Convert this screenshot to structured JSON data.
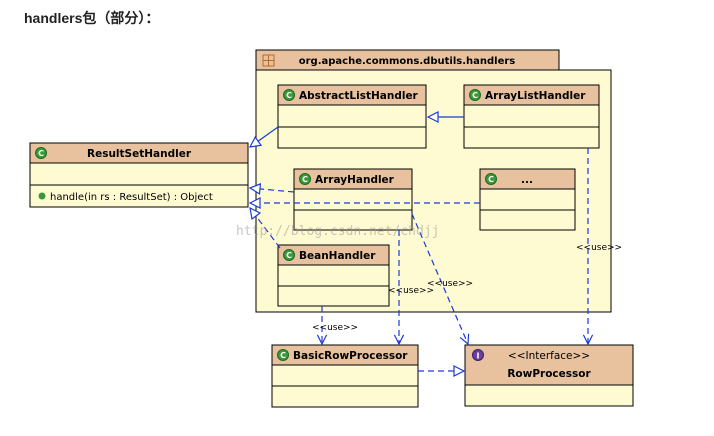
{
  "heading": "handlers包（部分）：",
  "package": {
    "name": "org.apache.commons.dbutils.handlers"
  },
  "classes": {
    "result_set_handler": {
      "name": "ResultSetHandler",
      "method": "handle(in rs : ResultSet) : Object"
    },
    "abstract_list_handler": {
      "name": "AbstractListHandler"
    },
    "array_list_handler": {
      "name": "ArrayListHandler"
    },
    "array_handler": {
      "name": "ArrayHandler"
    },
    "ellipsis_class": {
      "name": "..."
    },
    "bean_handler": {
      "name": "BeanHandler"
    },
    "basic_row_processor": {
      "name": "BasicRowProcessor"
    },
    "row_processor": {
      "stereotype": "<<Interface>>",
      "name": "RowProcessor"
    }
  },
  "edge_labels": {
    "use_array_list": "<<use>>",
    "use_array_handler": "<<use>>",
    "use_ellipsis": "<<use>>",
    "use_bean": "<<use>>"
  },
  "watermark": "http://blog.csdn.net/chdjj",
  "colors": {
    "class_header": "#e8c29e",
    "package_fill": "#fefbd2",
    "box_fill": "#fefbd2",
    "arrow": "#1a3bd6",
    "class_icon": "#3a9a3a",
    "interface_icon": "#6a3fa0",
    "border": "#000000"
  },
  "icons": {
    "class_icon": "circle-C",
    "interface_icon": "circle-I",
    "package_icon": "package-grid"
  }
}
